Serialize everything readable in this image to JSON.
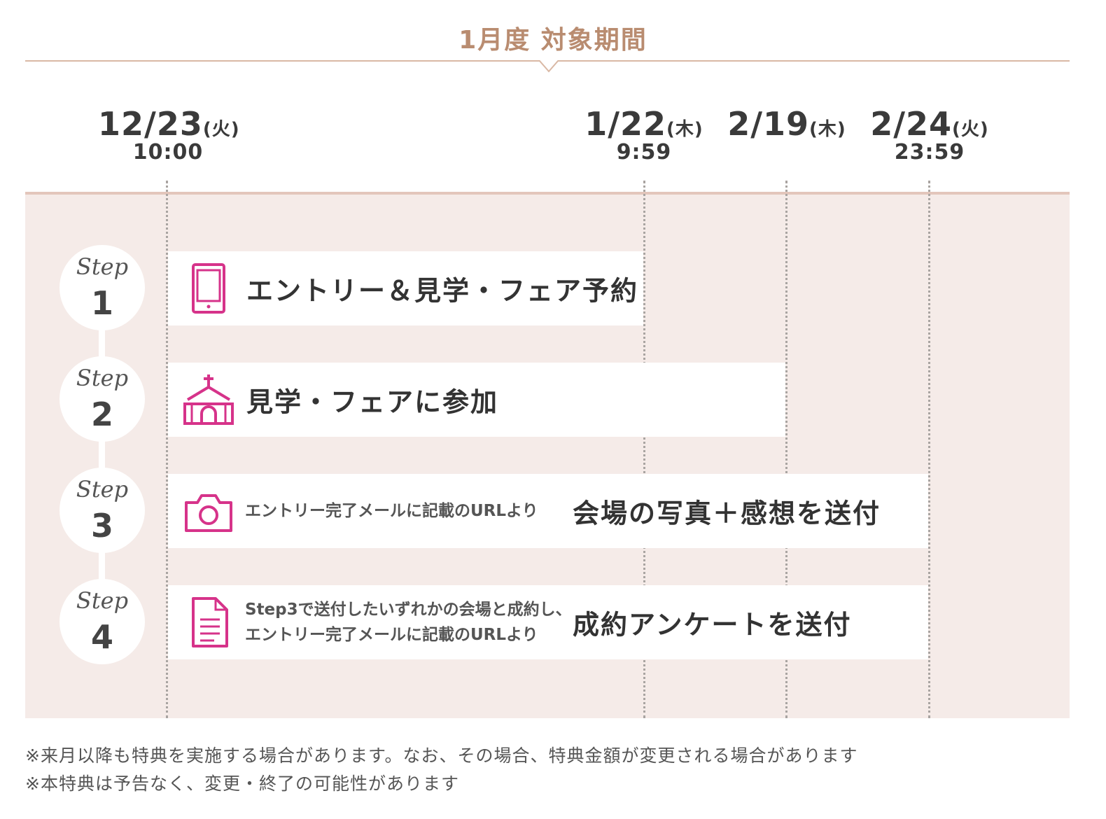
{
  "title": "1月度 対象期間",
  "dates": [
    {
      "date": "12/23",
      "weekday": "(火)",
      "time": "10:00"
    },
    {
      "date": "1/22",
      "weekday": "(木)",
      "time": "9:59"
    },
    {
      "date": "2/19",
      "weekday": "(木)",
      "time": ""
    },
    {
      "date": "2/24",
      "weekday": "(火)",
      "time": "23:59"
    }
  ],
  "steps": [
    {
      "word": "Step",
      "number": "1",
      "icon": "smartphone-icon",
      "text": "エントリー＆見学・フェア予約",
      "subtext": ""
    },
    {
      "word": "Step",
      "number": "2",
      "icon": "chapel-icon",
      "text": "見学・フェアに参加",
      "subtext": ""
    },
    {
      "word": "Step",
      "number": "3",
      "icon": "camera-icon",
      "text": "会場の写真＋感想を送付",
      "subtext": "エントリー完了メールに記載のURLより"
    },
    {
      "word": "Step",
      "number": "4",
      "icon": "document-icon",
      "text": "成約アンケートを送付",
      "subtext_line1": "Step3で送付したいずれかの会場と成約し、",
      "subtext_line2": "エントリー完了メールに記載のURLより"
    }
  ],
  "notes": [
    "※来月以降も特典を実施する場合があります。なお、その場合、特典金額が変更される場合があります",
    "※本特典は予告なく、変更・終了の可能性があります"
  ],
  "colors": {
    "accent": "#b98c70",
    "icon": "#d6338a",
    "panel": "#f5ebe8"
  }
}
